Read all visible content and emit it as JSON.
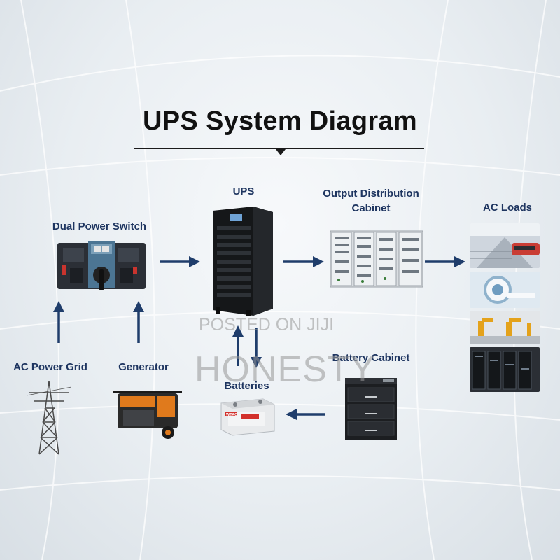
{
  "title": "UPS System Diagram",
  "nodes": {
    "dual_power_switch": "Dual Power Switch",
    "ups": "UPS",
    "output_cabinet_line1": "Output Distribution",
    "output_cabinet_line2": "Cabinet",
    "ac_loads": "AC Loads",
    "ac_power_grid": "AC Power Grid",
    "generator": "Generator",
    "batteries": "Batteries",
    "battery_cabinet": "Battery Cabinet"
  },
  "watermark": {
    "line1": "POSTED ON JIJI",
    "line2": "HONESTY"
  },
  "product_text": {
    "battery_brand": "WTAO"
  },
  "colors": {
    "label": "#1e3560",
    "arrow": "#1f3d6b",
    "title": "#111111"
  }
}
